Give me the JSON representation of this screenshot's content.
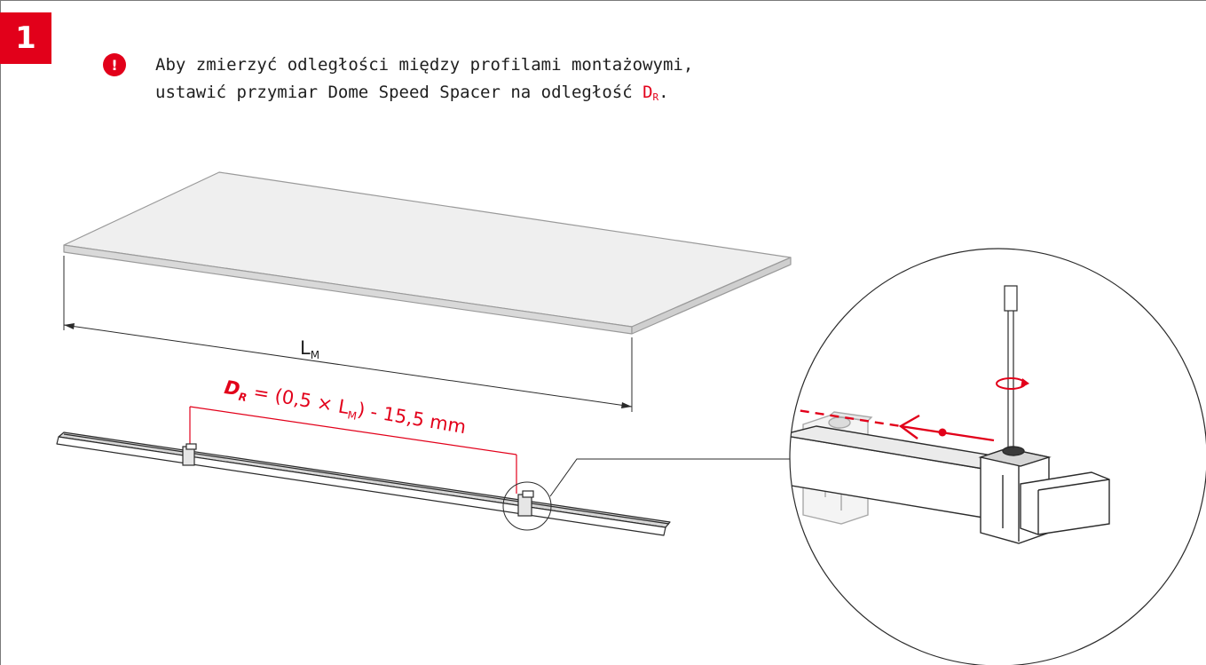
{
  "step": {
    "number": "1"
  },
  "warning": {
    "icon": "exclamation-icon",
    "mark": "!",
    "line1": "Aby zmierzyć odległości między profilami montażowymi,",
    "line2_prefix": "ustawić przymiar Dome Speed Spacer na odległość ",
    "dr_main": "D",
    "dr_sub": "R",
    "line2_suffix": "."
  },
  "diagram": {
    "lm_main": "L",
    "lm_sub": "M",
    "formula": {
      "d_main": "D",
      "d_sub": "R",
      "part1": " = (0,5 × L",
      "l_sub": "M",
      "part2": ") - 15,5 mm"
    }
  },
  "colors": {
    "accent": "#e2001a",
    "line": "#2b2b2b",
    "panel": "#cfcfcf"
  }
}
